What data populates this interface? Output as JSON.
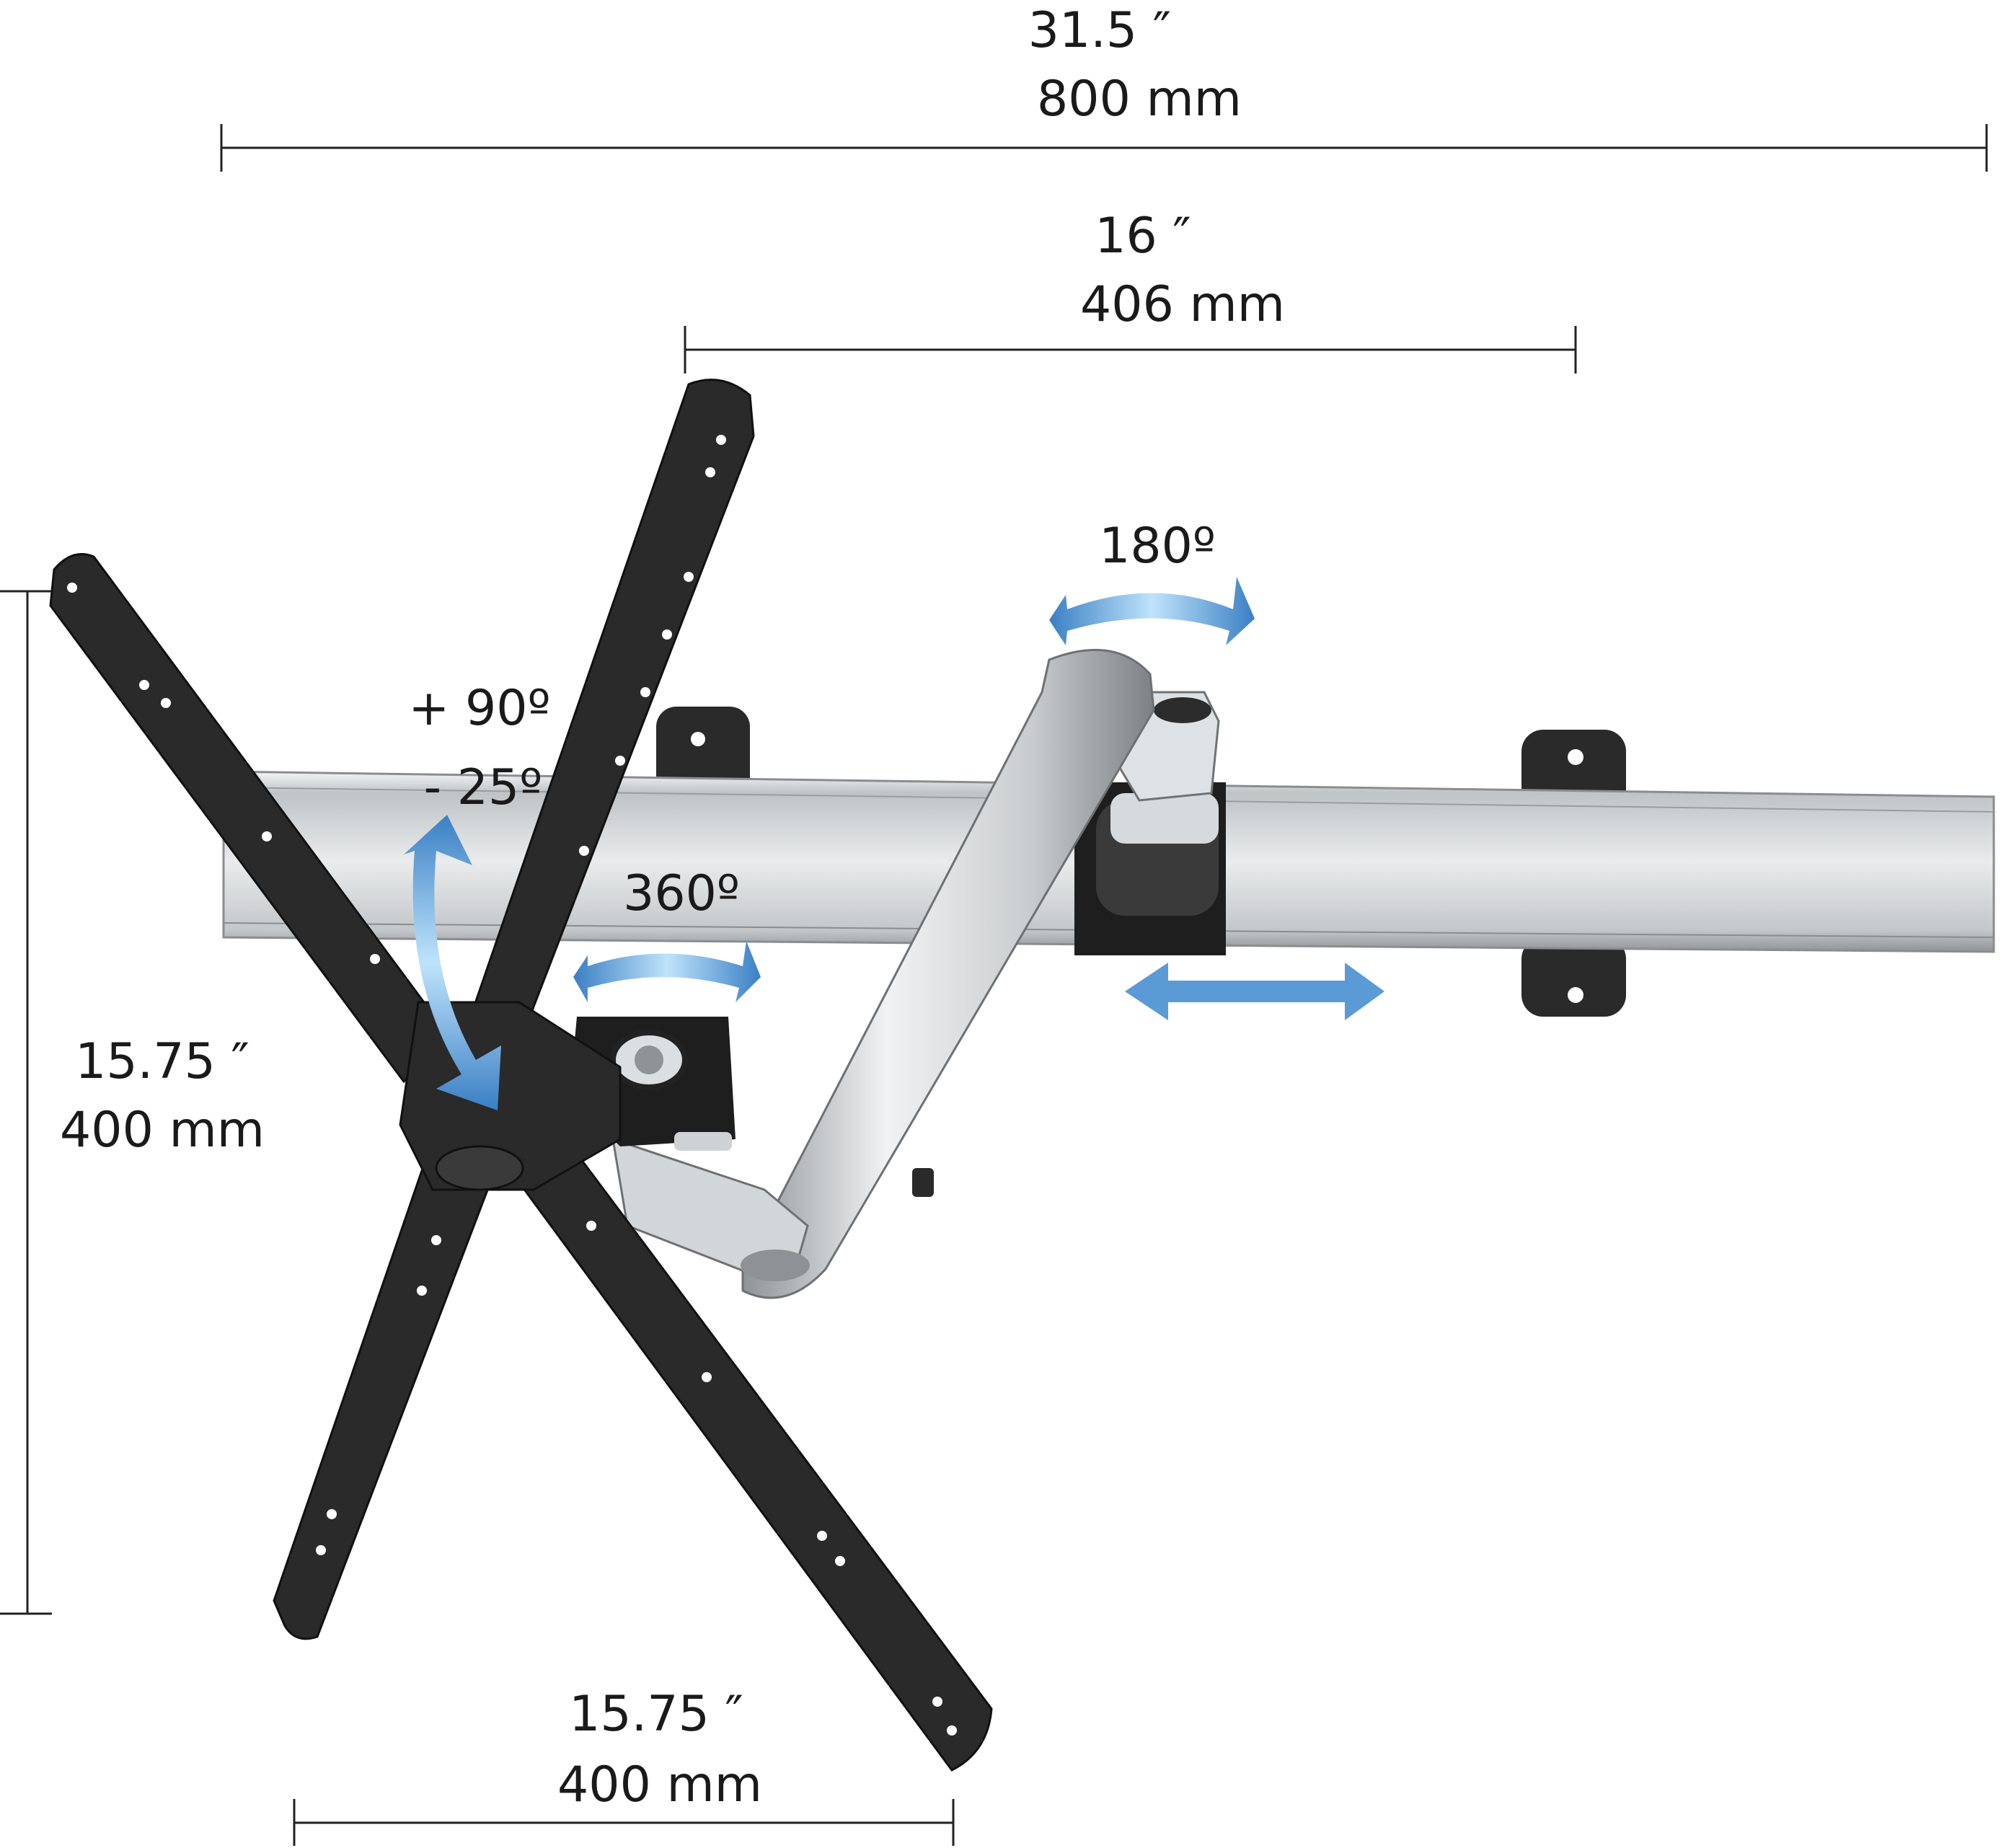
{
  "dimensions": {
    "overall_width": {
      "inches": "31.5 ″",
      "mm": "800 mm"
    },
    "arm_extension": {
      "inches": "16 ″",
      "mm": "406 mm"
    },
    "vesa_height": {
      "inches": "15.75 ″",
      "mm": "400 mm"
    },
    "vesa_width": {
      "inches": "15.75 ″",
      "mm": "400 mm"
    }
  },
  "motion": {
    "swivel": "180º",
    "tilt_up": "+ 90º",
    "tilt_down": "- 25º",
    "rotation": "360º"
  },
  "colors": {
    "arrow_blue": "#5b9bd5",
    "bracket_black": "#2a2a2a",
    "rail_silver": "#d9dcde"
  }
}
